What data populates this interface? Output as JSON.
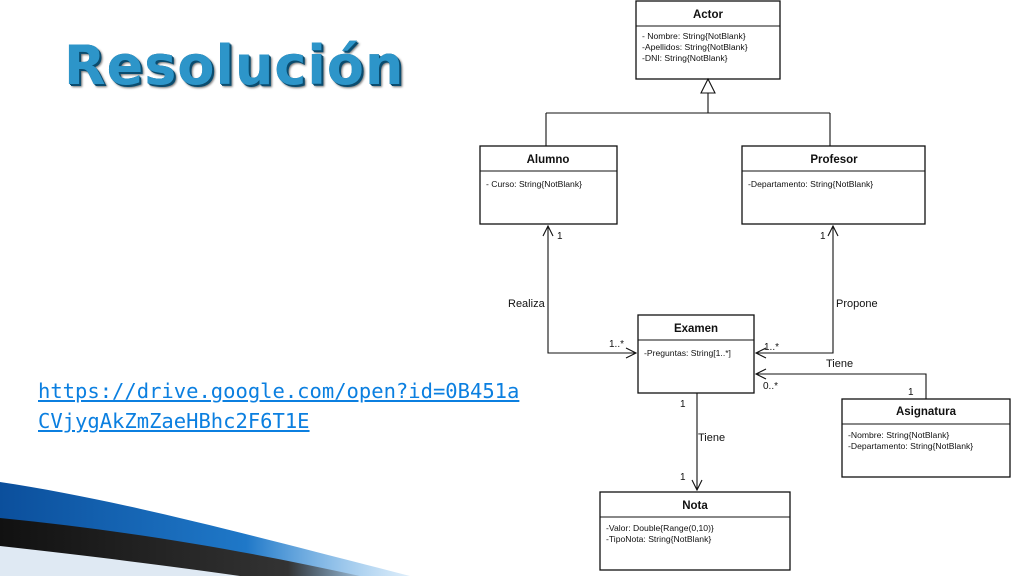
{
  "slide": {
    "title": "Resolución",
    "link_line1": "https://drive.google.com/open?id=0B451a",
    "link_line2": "CVjygAkZmZaeHBhc2F6T1E",
    "title_color": "#2d95c9",
    "link_color": "#0b7fe0"
  },
  "diagram": {
    "classes": {
      "actor": {
        "name": "Actor",
        "attrs": [
          "- Nombre: String{NotBlank}",
          "-Apellidos: String{NotBlank}",
          "-DNI: String{NotBlank}"
        ]
      },
      "alumno": {
        "name": "Alumno",
        "attrs": [
          "- Curso: String{NotBlank}"
        ]
      },
      "profesor": {
        "name": "Profesor",
        "attrs": [
          "-Departamento: String{NotBlank}"
        ]
      },
      "examen": {
        "name": "Examen",
        "attrs": [
          "-Preguntas: String[1..*]"
        ]
      },
      "asignatura": {
        "name": "Asignatura",
        "attrs": [
          "-Nombre: String{NotBlank}",
          "-Departamento: String{NotBlank}"
        ]
      },
      "nota": {
        "name": "Nota",
        "attrs": [
          "-Valor: Double{Range(0,10)}",
          "-TipoNota: String{NotBlank}"
        ]
      }
    },
    "associations": {
      "realiza": {
        "label": "Realiza",
        "mult_source": "1",
        "mult_target": "1..*"
      },
      "propone": {
        "label": "Propone",
        "mult_source": "1",
        "mult_target": "1..*"
      },
      "tiene_asignatura": {
        "label": "Tiene",
        "mult_source": "1",
        "mult_target": "0..*"
      },
      "tiene_nota": {
        "label": "Tiene",
        "mult_source": "1",
        "mult_target": "1"
      }
    }
  }
}
